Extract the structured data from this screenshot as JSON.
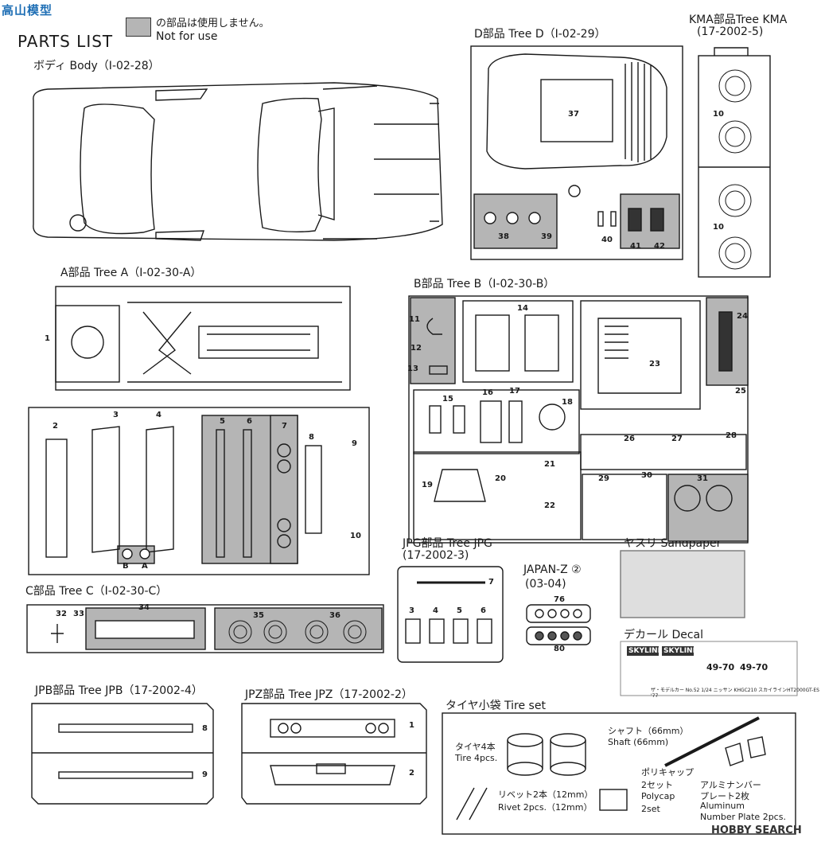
{
  "header": {
    "logo_text": "高山模型",
    "parts_list": "PARTS LIST",
    "legend_jp": "の部品は使用しません。",
    "legend_en": "Not for use"
  },
  "body": {
    "label": "ボディ Body（I-02-28）"
  },
  "tree_d": {
    "label": "D部品 Tree D（I-02-29）",
    "parts": [
      "37",
      "38",
      "39",
      "40",
      "41",
      "42"
    ]
  },
  "tree_kma": {
    "label1": "KMA部品Tree KMA",
    "label2": "(17-2002-5)",
    "parts": [
      "10",
      "10"
    ]
  },
  "tree_a": {
    "label": "A部品 Tree A（I-02-30-A）",
    "parts": [
      "1",
      "2",
      "3",
      "4",
      "5",
      "6",
      "7",
      "8",
      "9",
      "10",
      "B",
      "A"
    ]
  },
  "tree_b": {
    "label": "B部品 Tree B（I-02-30-B）",
    "parts": [
      "11",
      "12",
      "13",
      "14",
      "15",
      "16",
      "17",
      "18",
      "19",
      "20",
      "21",
      "22",
      "23",
      "24",
      "25",
      "26",
      "27",
      "28",
      "29",
      "30",
      "31"
    ]
  },
  "tree_jpg": {
    "label1": "JPG部品 Tree JPG",
    "label2": "(17-2002-3)",
    "parts": [
      "7",
      "3",
      "4",
      "5",
      "6"
    ]
  },
  "japan_z": {
    "label1": "JAPAN-Z ②",
    "label2": "(03-04)",
    "parts": [
      "76",
      "80"
    ]
  },
  "sandpaper": {
    "label": "ヤスリ Sandpaper"
  },
  "decal": {
    "label": "デカール Decal",
    "brand": "SKYLINE",
    "plate_a": "49-70",
    "plate_b": "49-70",
    "footer": "ザ・モデルカー No.52 1/24 ニッサン KHGC210 スカイラインHT2000GT-ES '77"
  },
  "tree_c": {
    "label": "C部品 Tree C（I-02-30-C）",
    "parts": [
      "32",
      "33",
      "34",
      "35",
      "36"
    ]
  },
  "tree_jpb": {
    "label": "JPB部品 Tree JPB（17-2002-4）",
    "parts": [
      "8",
      "9"
    ]
  },
  "tree_jpz": {
    "label": "JPZ部品 Tree JPZ（17-2002-2）",
    "parts": [
      "1",
      "2"
    ]
  },
  "tire_set": {
    "label": "タイヤ小袋 Tire set",
    "tire_jp": "タイヤ4本",
    "tire_en": "Tire 4pcs.",
    "shaft_jp": "シャフト（66mm）",
    "shaft_en": "Shaft (66mm)",
    "polycap_jp": "ポリキャップ",
    "polycap_jp2": "2セット",
    "polycap_en": "Polycap",
    "polycap_en2": "2set",
    "rivet_jp": "リベット2本（12mm）",
    "rivet_en": "Rivet 2pcs.（12mm）",
    "plate_jp": "アルミナンバー",
    "plate_jp2": "プレート2枚",
    "plate_en": "Aluminum",
    "plate_en2": "Number Plate 2pcs."
  },
  "watermark": "HOBBY SEARCH",
  "colors": {
    "unused_fill": "#b5b5b5",
    "line": "#1a1a1a"
  }
}
